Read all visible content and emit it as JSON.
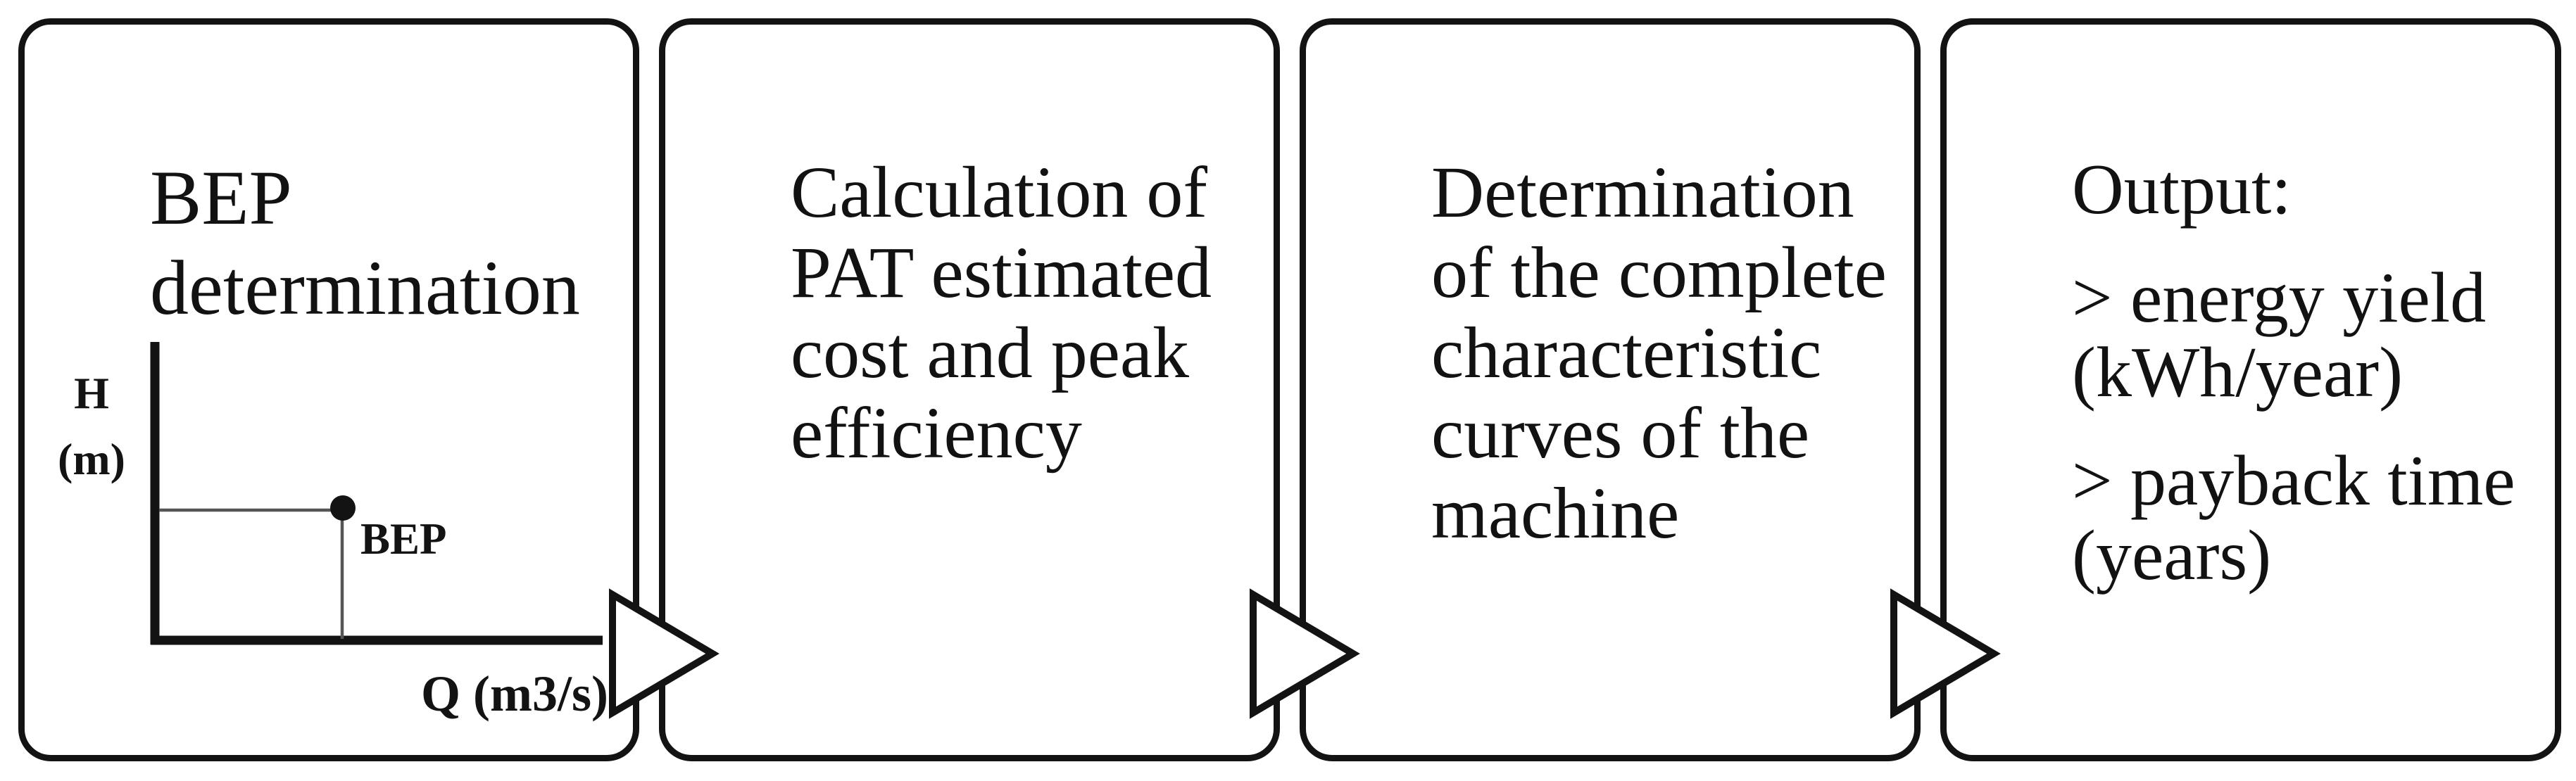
{
  "figure": {
    "description": "Four-step methodology flow diagram connected by hollow triangle arrows",
    "colors": {
      "background": "#ffffff",
      "border": "#131313",
      "text": "#121212",
      "arrow_fill": "#ffffff",
      "thin_line": "#555555"
    }
  },
  "steps": [
    {
      "name": "bep-determination",
      "lines": [
        "BEP",
        "determination"
      ],
      "chart": {
        "y_label_lines": [
          "H",
          "(m)"
        ],
        "x_label": "Q (m3/s)",
        "point_label": "BEP"
      }
    },
    {
      "name": "pat-cost-efficiency",
      "lines": [
        "Calculation of",
        "PAT estimated",
        "cost and peak",
        "efficiency"
      ]
    },
    {
      "name": "characteristic-curves",
      "lines": [
        "Determination",
        "of the complete",
        "characteristic",
        "curves of the",
        "machine"
      ]
    },
    {
      "name": "output",
      "paragraphs": [
        [
          "Output:"
        ],
        [
          "> energy yield",
          "(kWh/year)"
        ],
        [
          "> payback time",
          "(years)"
        ]
      ]
    }
  ],
  "chart_data": {
    "type": "scatter",
    "title": "",
    "xlabel": "Q (m3/s)",
    "ylabel": "H (m)",
    "points": [
      {
        "label": "BEP",
        "x_fraction": 0.43,
        "y_fraction": 0.43
      }
    ],
    "grid": false,
    "notes": "Schematic axes without numeric ticks; thin reference lines drop from the BEP point to both axes"
  }
}
